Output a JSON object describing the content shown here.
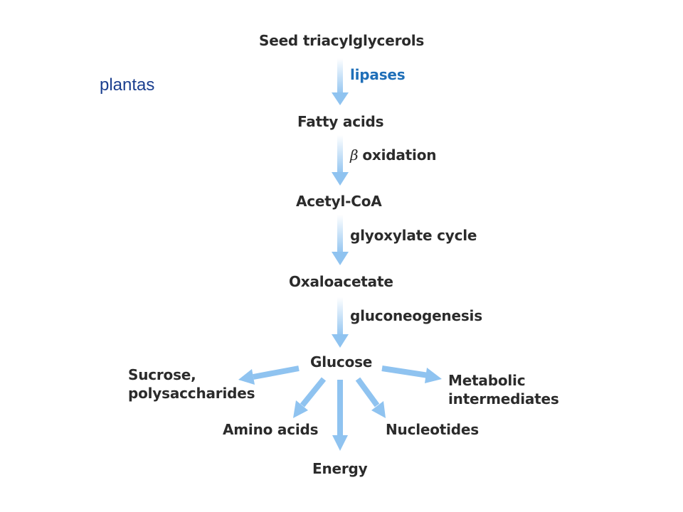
{
  "caption": "plantas",
  "main_path": [
    {
      "key": "seed",
      "label": "Seed triacylglycerols"
    },
    {
      "key": "fatty",
      "label": "Fatty acids"
    },
    {
      "key": "acetyl",
      "label": "Acetyl-CoA"
    },
    {
      "key": "oxalo",
      "label": "Oxaloacetate"
    },
    {
      "key": "glucose",
      "label": "Glucose"
    }
  ],
  "steps": [
    {
      "from": "seed",
      "to": "fatty",
      "label": "lipases"
    },
    {
      "from": "fatty",
      "to": "acetyl",
      "symbol": "β",
      "label": "oxidation"
    },
    {
      "from": "acetyl",
      "to": "oxalo",
      "label": "glyoxylate cycle"
    },
    {
      "from": "oxalo",
      "to": "glucose",
      "label": "gluconeogenesis"
    }
  ],
  "products": [
    {
      "line1": "Sucrose,",
      "line2": "polysaccharides"
    },
    {
      "line1": "Metabolic",
      "line2": "intermediates"
    },
    {
      "line1": "Amino acids"
    },
    {
      "line1": "Nucleotides"
    },
    {
      "line1": "Energy"
    }
  ],
  "colors": {
    "arrow": "#8fc3f0",
    "highlight": "#1f6fb8",
    "caption": "#1b3f8f",
    "text": "#2b2b2b"
  }
}
